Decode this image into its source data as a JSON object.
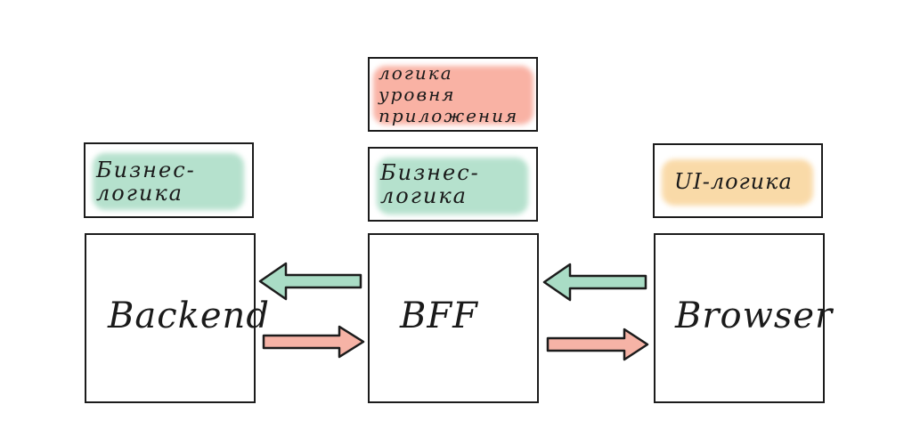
{
  "nodes": {
    "backend": {
      "label": "Backend"
    },
    "bff": {
      "label": "BFF"
    },
    "browser": {
      "label": "Browser"
    }
  },
  "labels": {
    "app_logic": {
      "text": "логика\nуровня\nприложения",
      "color": "#f8a595"
    },
    "backend_business": {
      "text": "Бизнес-\nлогика",
      "color": "#a9dcc5"
    },
    "bff_business": {
      "text": "Бизнес-\nлогика",
      "color": "#a9dcc5"
    },
    "browser_ui": {
      "text": "UI-логика",
      "color": "#f9d49a"
    }
  },
  "arrows": {
    "green": "#a9dcc5",
    "pink": "#f6b3a6"
  }
}
